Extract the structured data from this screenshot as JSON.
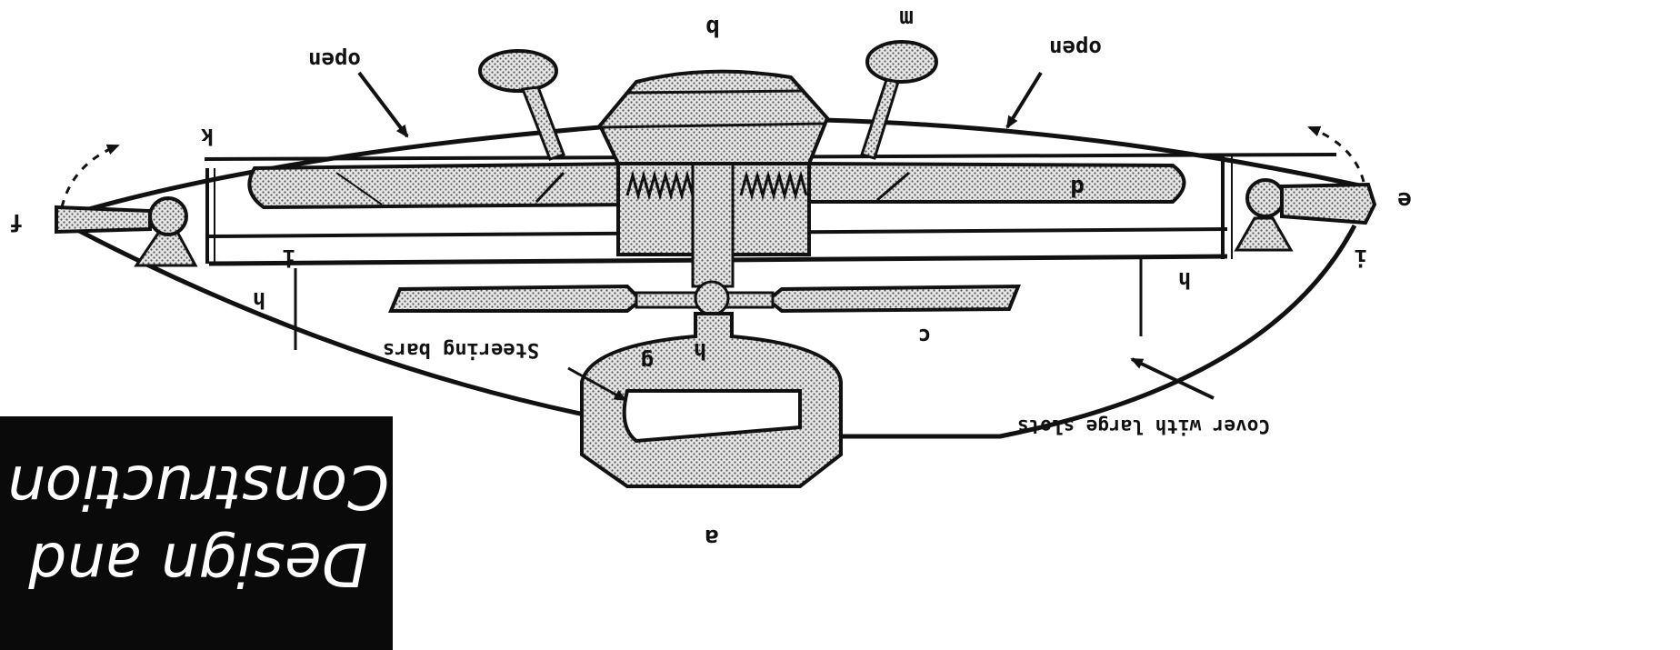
{
  "diagram": {
    "orientation": "rotated-180",
    "title_box": {
      "line1": "Construction",
      "line2": "Design and"
    },
    "labels": {
      "top_center": "a",
      "bottom_center": "b",
      "bottom_right": "m",
      "open_left": "open",
      "open_right": "open",
      "k": "k",
      "f": "f",
      "e": "e",
      "i_left": "i",
      "i_right": "i",
      "h_left": "h",
      "h_right": "h",
      "h_center": "h",
      "g": "g",
      "c": "c",
      "d": "d",
      "steering": "Steering bars",
      "cover": "Cover with large slots"
    },
    "colors": {
      "ink": "#111111",
      "paper": "#ffffff",
      "stipple": "#cfcfcf",
      "title_bg": "#0a0a0a"
    }
  }
}
